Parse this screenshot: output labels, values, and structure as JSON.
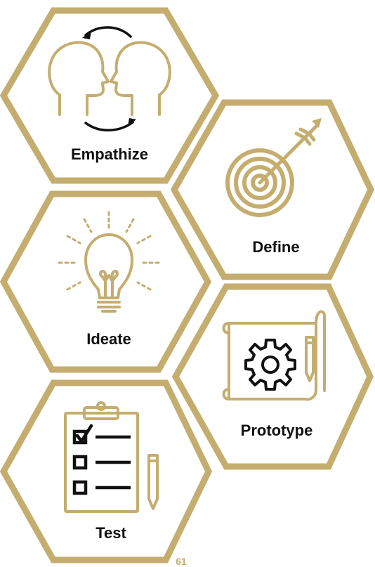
{
  "colors": {
    "gold": "#c4ad6f",
    "ink": "#111111",
    "background": "#ffffff"
  },
  "stages": [
    {
      "label": "Empathize",
      "icon": "two-heads-exchange-icon"
    },
    {
      "label": "Define",
      "icon": "target-with-arrow-icon"
    },
    {
      "label": "Ideate",
      "icon": "lightbulb-icon"
    },
    {
      "label": "Prototype",
      "icon": "gear-blueprint-icon"
    },
    {
      "label": "Test",
      "icon": "clipboard-checklist-icon"
    }
  ],
  "page_number": "61"
}
